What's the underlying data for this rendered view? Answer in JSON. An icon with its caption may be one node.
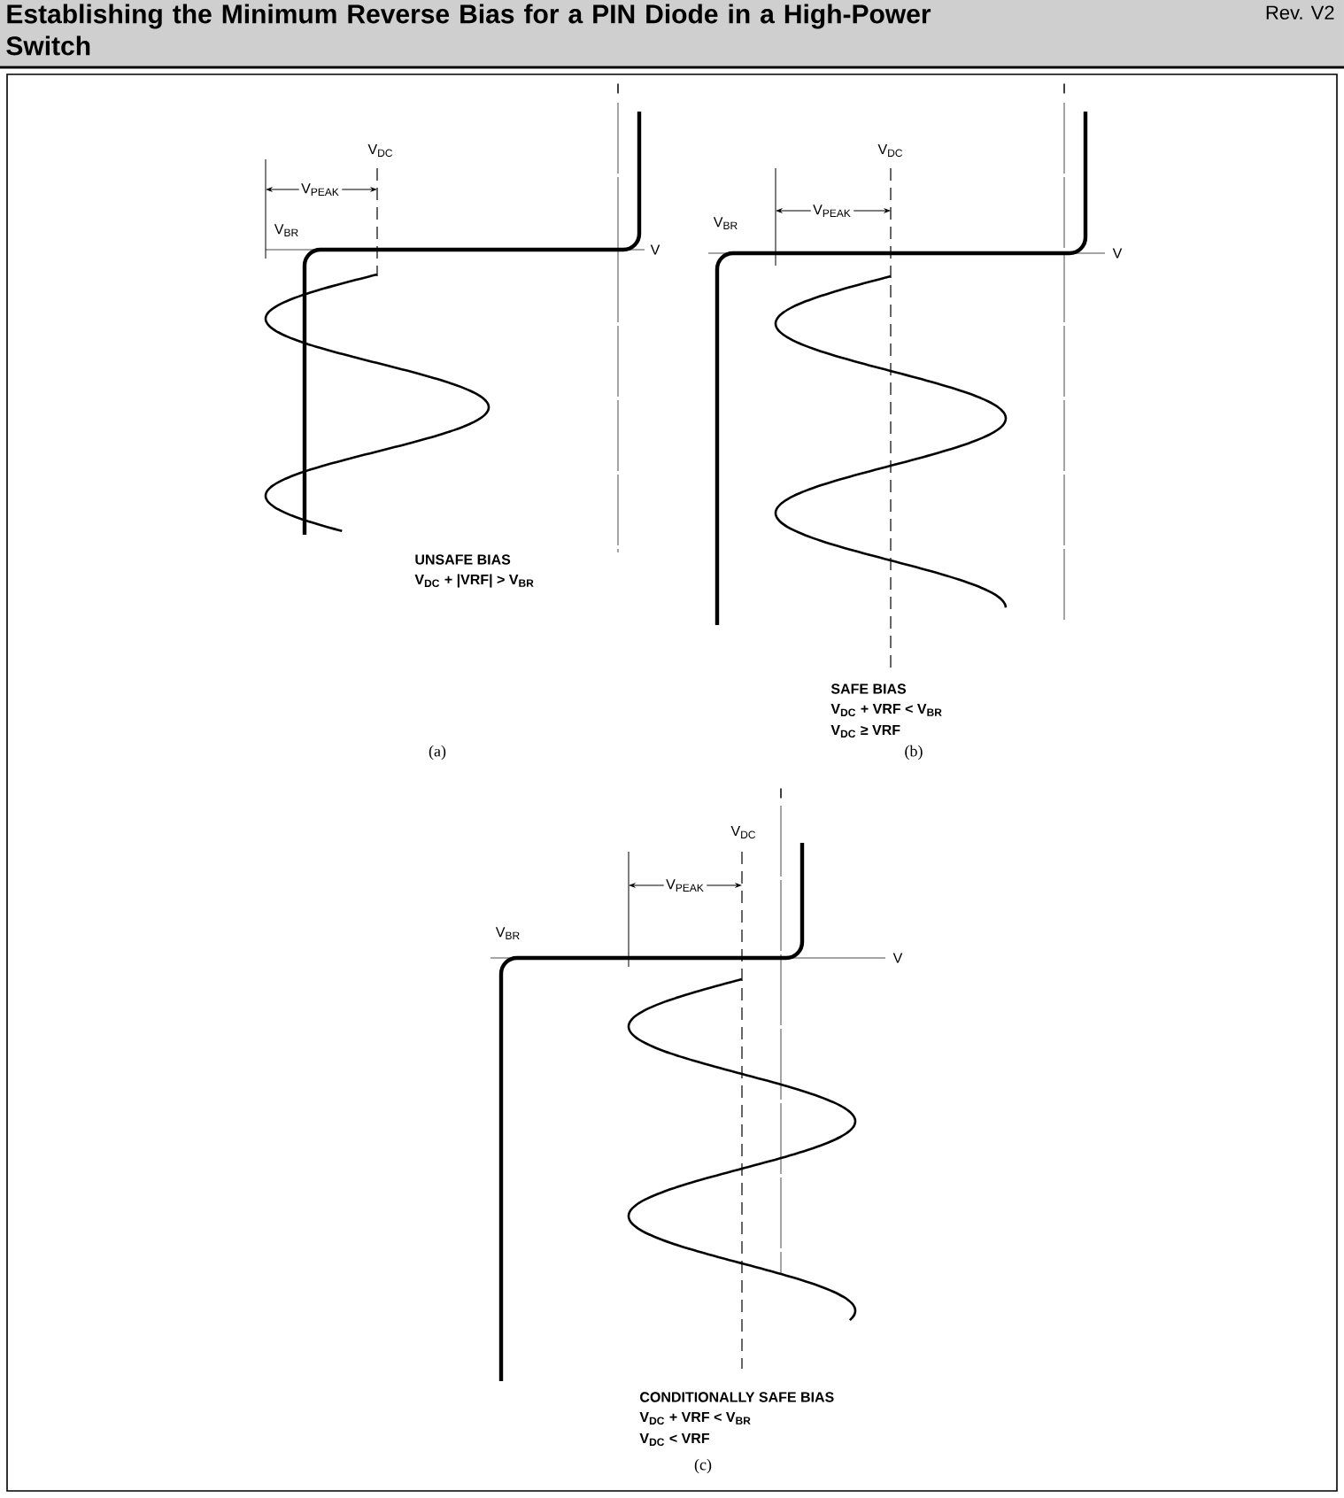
{
  "diagram": {
    "title": "Establishing the Minimum Reverse Bias for a PIN Diode in a High-Power Switch",
    "labels": [
      "Rev. V2",
      "I",
      "V$_{DC}$",
      "V$_{PEAK}$",
      "V$_{BR}$",
      "V",
      "UNSAFE BIAS",
      "V$_{DC}$ + |VRF| > V$_{BR}$",
      "(a)",
      "I",
      "V$_{DC}$",
      "V$_{BR}$",
      "V$_{PEAK}$",
      "V",
      "SAFE BIAS",
      "V$_{DC}$ + VRF < V$_{BR}$",
      "V$_{DC}$ ≥ VRF",
      "(b)",
      "I",
      "V$_{DC}$",
      "V$_{PEAK}$",
      "V$_{BR}$",
      "V",
      "CONDITIONALLY SAFE BIAS",
      "V$_{DC}$ + VRF < V$_{BR}$",
      "V$_{DC}$ < VRF",
      "(c)"
    ]
  }
}
